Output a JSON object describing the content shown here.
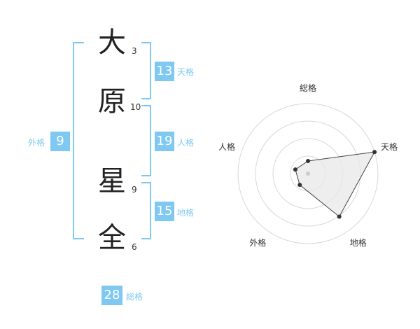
{
  "name": {
    "chars": [
      {
        "char": "大",
        "strokes": "3"
      },
      {
        "char": "原",
        "strokes": "10"
      },
      {
        "char": "星",
        "strokes": "9"
      },
      {
        "char": "全",
        "strokes": "6"
      }
    ]
  },
  "scores": {
    "tenkaku": {
      "label": "天格",
      "value": "13"
    },
    "jinkaku": {
      "label": "人格",
      "value": "19"
    },
    "chikaku": {
      "label": "地格",
      "value": "15"
    },
    "gaikaku": {
      "label": "外格",
      "value": "9"
    },
    "soukaku": {
      "label": "総格",
      "value": "28"
    }
  },
  "chart_data": {
    "type": "radar",
    "axes": [
      "総格",
      "天格",
      "地格",
      "外格",
      "人格"
    ],
    "values": [
      0.18,
      1.0,
      0.76,
      0.2,
      0.19
    ],
    "rings": 4,
    "colors": {
      "fill": "#e8e8e8",
      "line": "#444444",
      "point": "#333333",
      "ring": "#d8d8d8"
    }
  },
  "theme": {
    "accent": "#7ec8f2"
  }
}
